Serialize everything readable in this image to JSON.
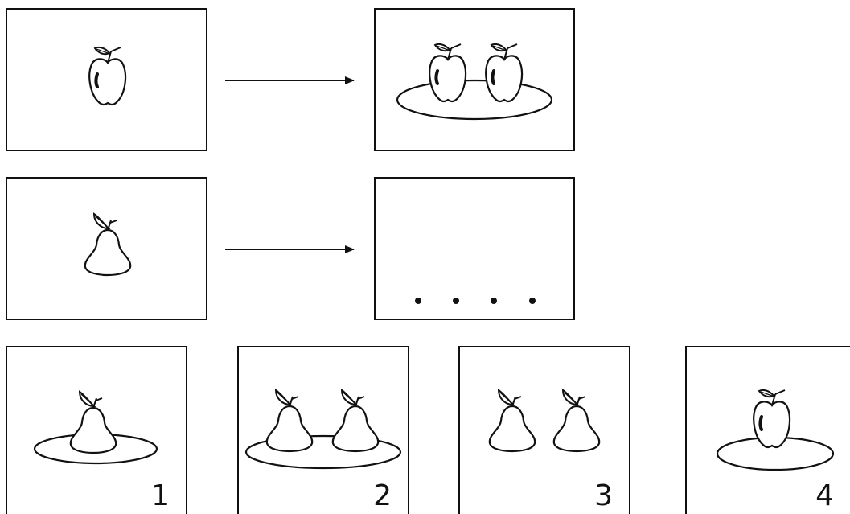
{
  "options": [
    {
      "number": "1"
    },
    {
      "number": "2"
    },
    {
      "number": "3"
    },
    {
      "number": "4"
    }
  ]
}
